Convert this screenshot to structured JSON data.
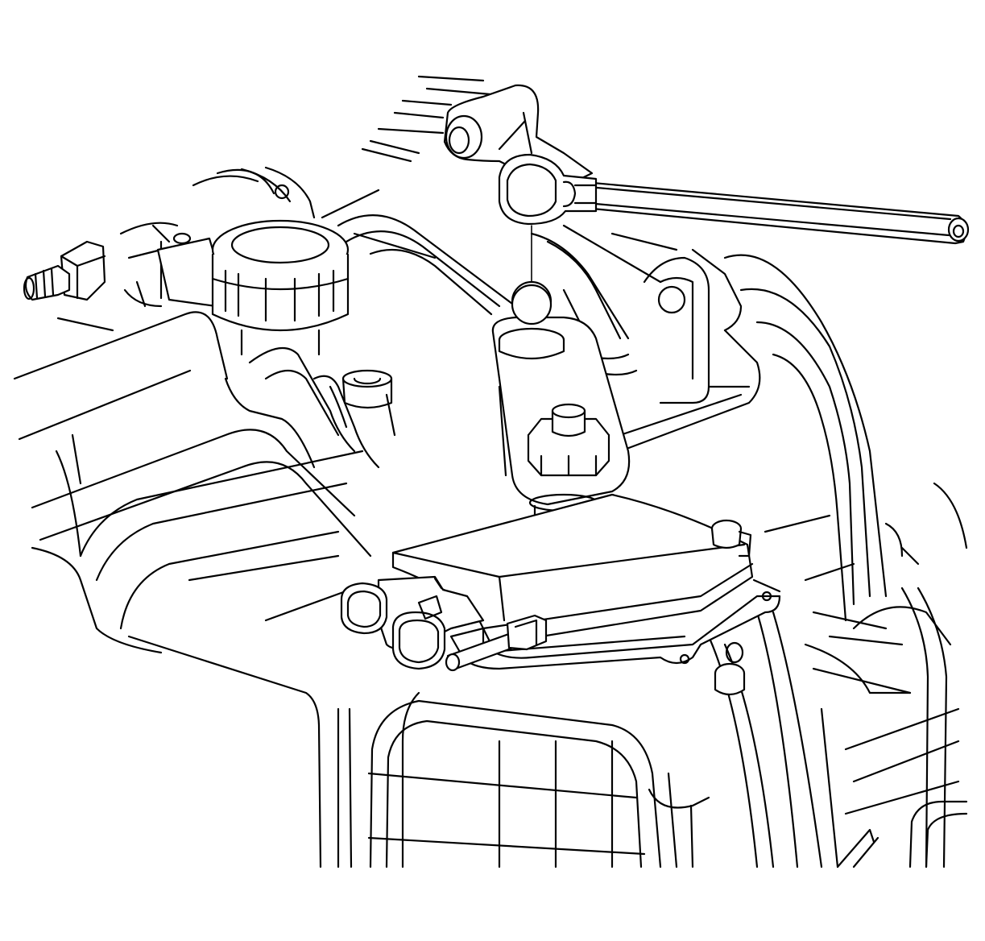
{
  "diagram": {
    "type": "line-art-illustration",
    "colors": {
      "stroke": "#000000",
      "background": "#ffffff"
    },
    "parts": [
      {
        "id": "shift-cable-end",
        "icon": "cable-end-eyelet"
      },
      {
        "id": "shift-cable",
        "icon": "cable"
      },
      {
        "id": "cable-bracket",
        "icon": "bracket"
      },
      {
        "id": "ball-stud",
        "icon": "ball-stud"
      },
      {
        "id": "shift-lever",
        "icon": "lever"
      },
      {
        "id": "lever-nut",
        "icon": "hex-nut"
      },
      {
        "id": "range-switch",
        "icon": "switch-housing"
      },
      {
        "id": "electrical-connector",
        "icon": "connector"
      },
      {
        "id": "vent-tube",
        "icon": "tube"
      },
      {
        "id": "bolt-left",
        "icon": "bolt"
      },
      {
        "id": "filler-cap",
        "icon": "cap"
      },
      {
        "id": "transmission-case",
        "icon": "housing"
      }
    ]
  }
}
